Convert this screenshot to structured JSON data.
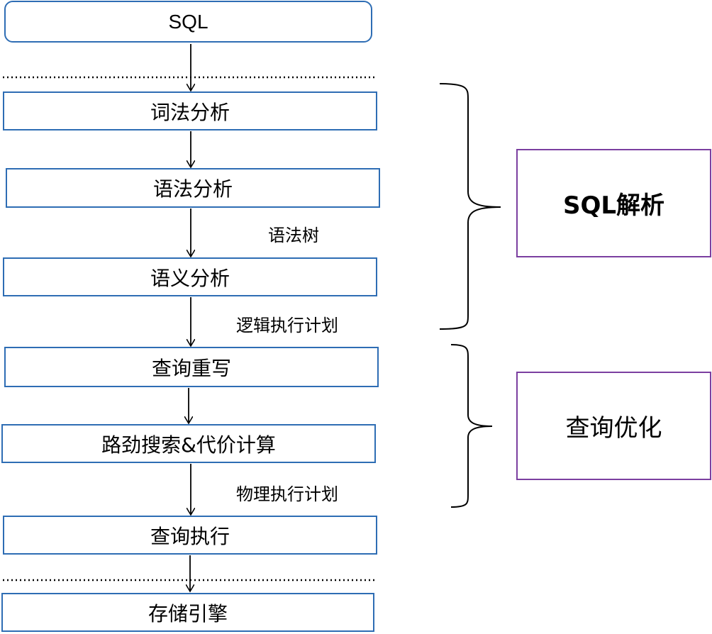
{
  "steps": {
    "sql": "SQL",
    "lexical": "词法分析",
    "syntax": "语法分析",
    "semantic": "语义分析",
    "rewrite": "查询重写",
    "path_search": "路劲搜索&代价计算",
    "execute": "查询执行",
    "storage": "存储引擎"
  },
  "edge_labels": {
    "syntax_tree": "语法树",
    "logical_plan": "逻辑执行计划",
    "physical_plan": "物理执行计划"
  },
  "groups": {
    "parse": "SQL解析",
    "optimize": "查询优化"
  }
}
